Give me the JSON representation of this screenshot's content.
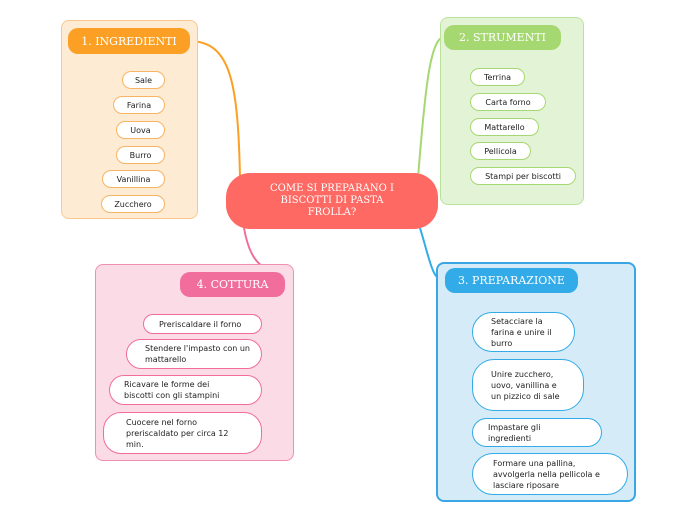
{
  "central": {
    "title": "COME SI PREPARANO I BISCOTTI DI PASTA FROLLA?"
  },
  "ingredienti": {
    "title": "1. INGREDIENTI",
    "items": [
      "Sale",
      "Farina",
      "Uova",
      "Burro",
      "Vanillina",
      "Zucchero"
    ]
  },
  "strumenti": {
    "title": "2. STRUMENTI",
    "items": [
      "Terrina",
      "Carta forno",
      "Mattarello",
      "Pellicola",
      "Stampi per biscotti"
    ]
  },
  "preparazione": {
    "title": "3. PREPARAZIONE",
    "items": [
      "Setacciare la farina e unire il burro",
      "Unire zucchero, uovo, vanillina e un pizzico di sale",
      "Impastare gli ingredienti",
      "Formare una pallina, avvolgerla nella pellicola e lasciare riposare"
    ]
  },
  "cottura": {
    "title": "4. COTTURA",
    "items": [
      "Preriscaldare il forno",
      "Stendere l'impasto con un mattarello",
      "Ricavare le forme dei biscotti con gli stampini",
      "Cuocere nel forno preriscaldato per circa 12 min."
    ]
  },
  "colors": {
    "central": "#fe6963",
    "ingredienti": "#fba024",
    "strumenti": "#a6d871",
    "preparazione": "#33abe8",
    "cottura": "#f16d9b"
  }
}
